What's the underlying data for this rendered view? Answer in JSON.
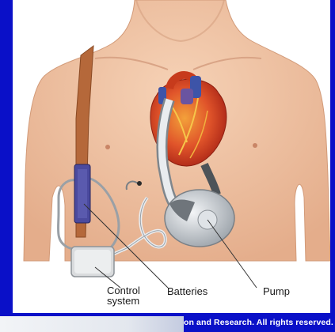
{
  "diagram": {
    "labels": {
      "control_system_line1": "Control",
      "control_system_line2": "system",
      "batteries": "Batteries",
      "pump": "Pump"
    }
  },
  "footer": {
    "copyright": "on and Research.  All rights reserved."
  },
  "colors": {
    "slide_background": "#0a10c8",
    "skin": "#f1c6a6",
    "heart": "#d8431f",
    "pump_metal": "#c9ced3",
    "battery": "#4b4a9e",
    "strap": "#b5683a"
  }
}
